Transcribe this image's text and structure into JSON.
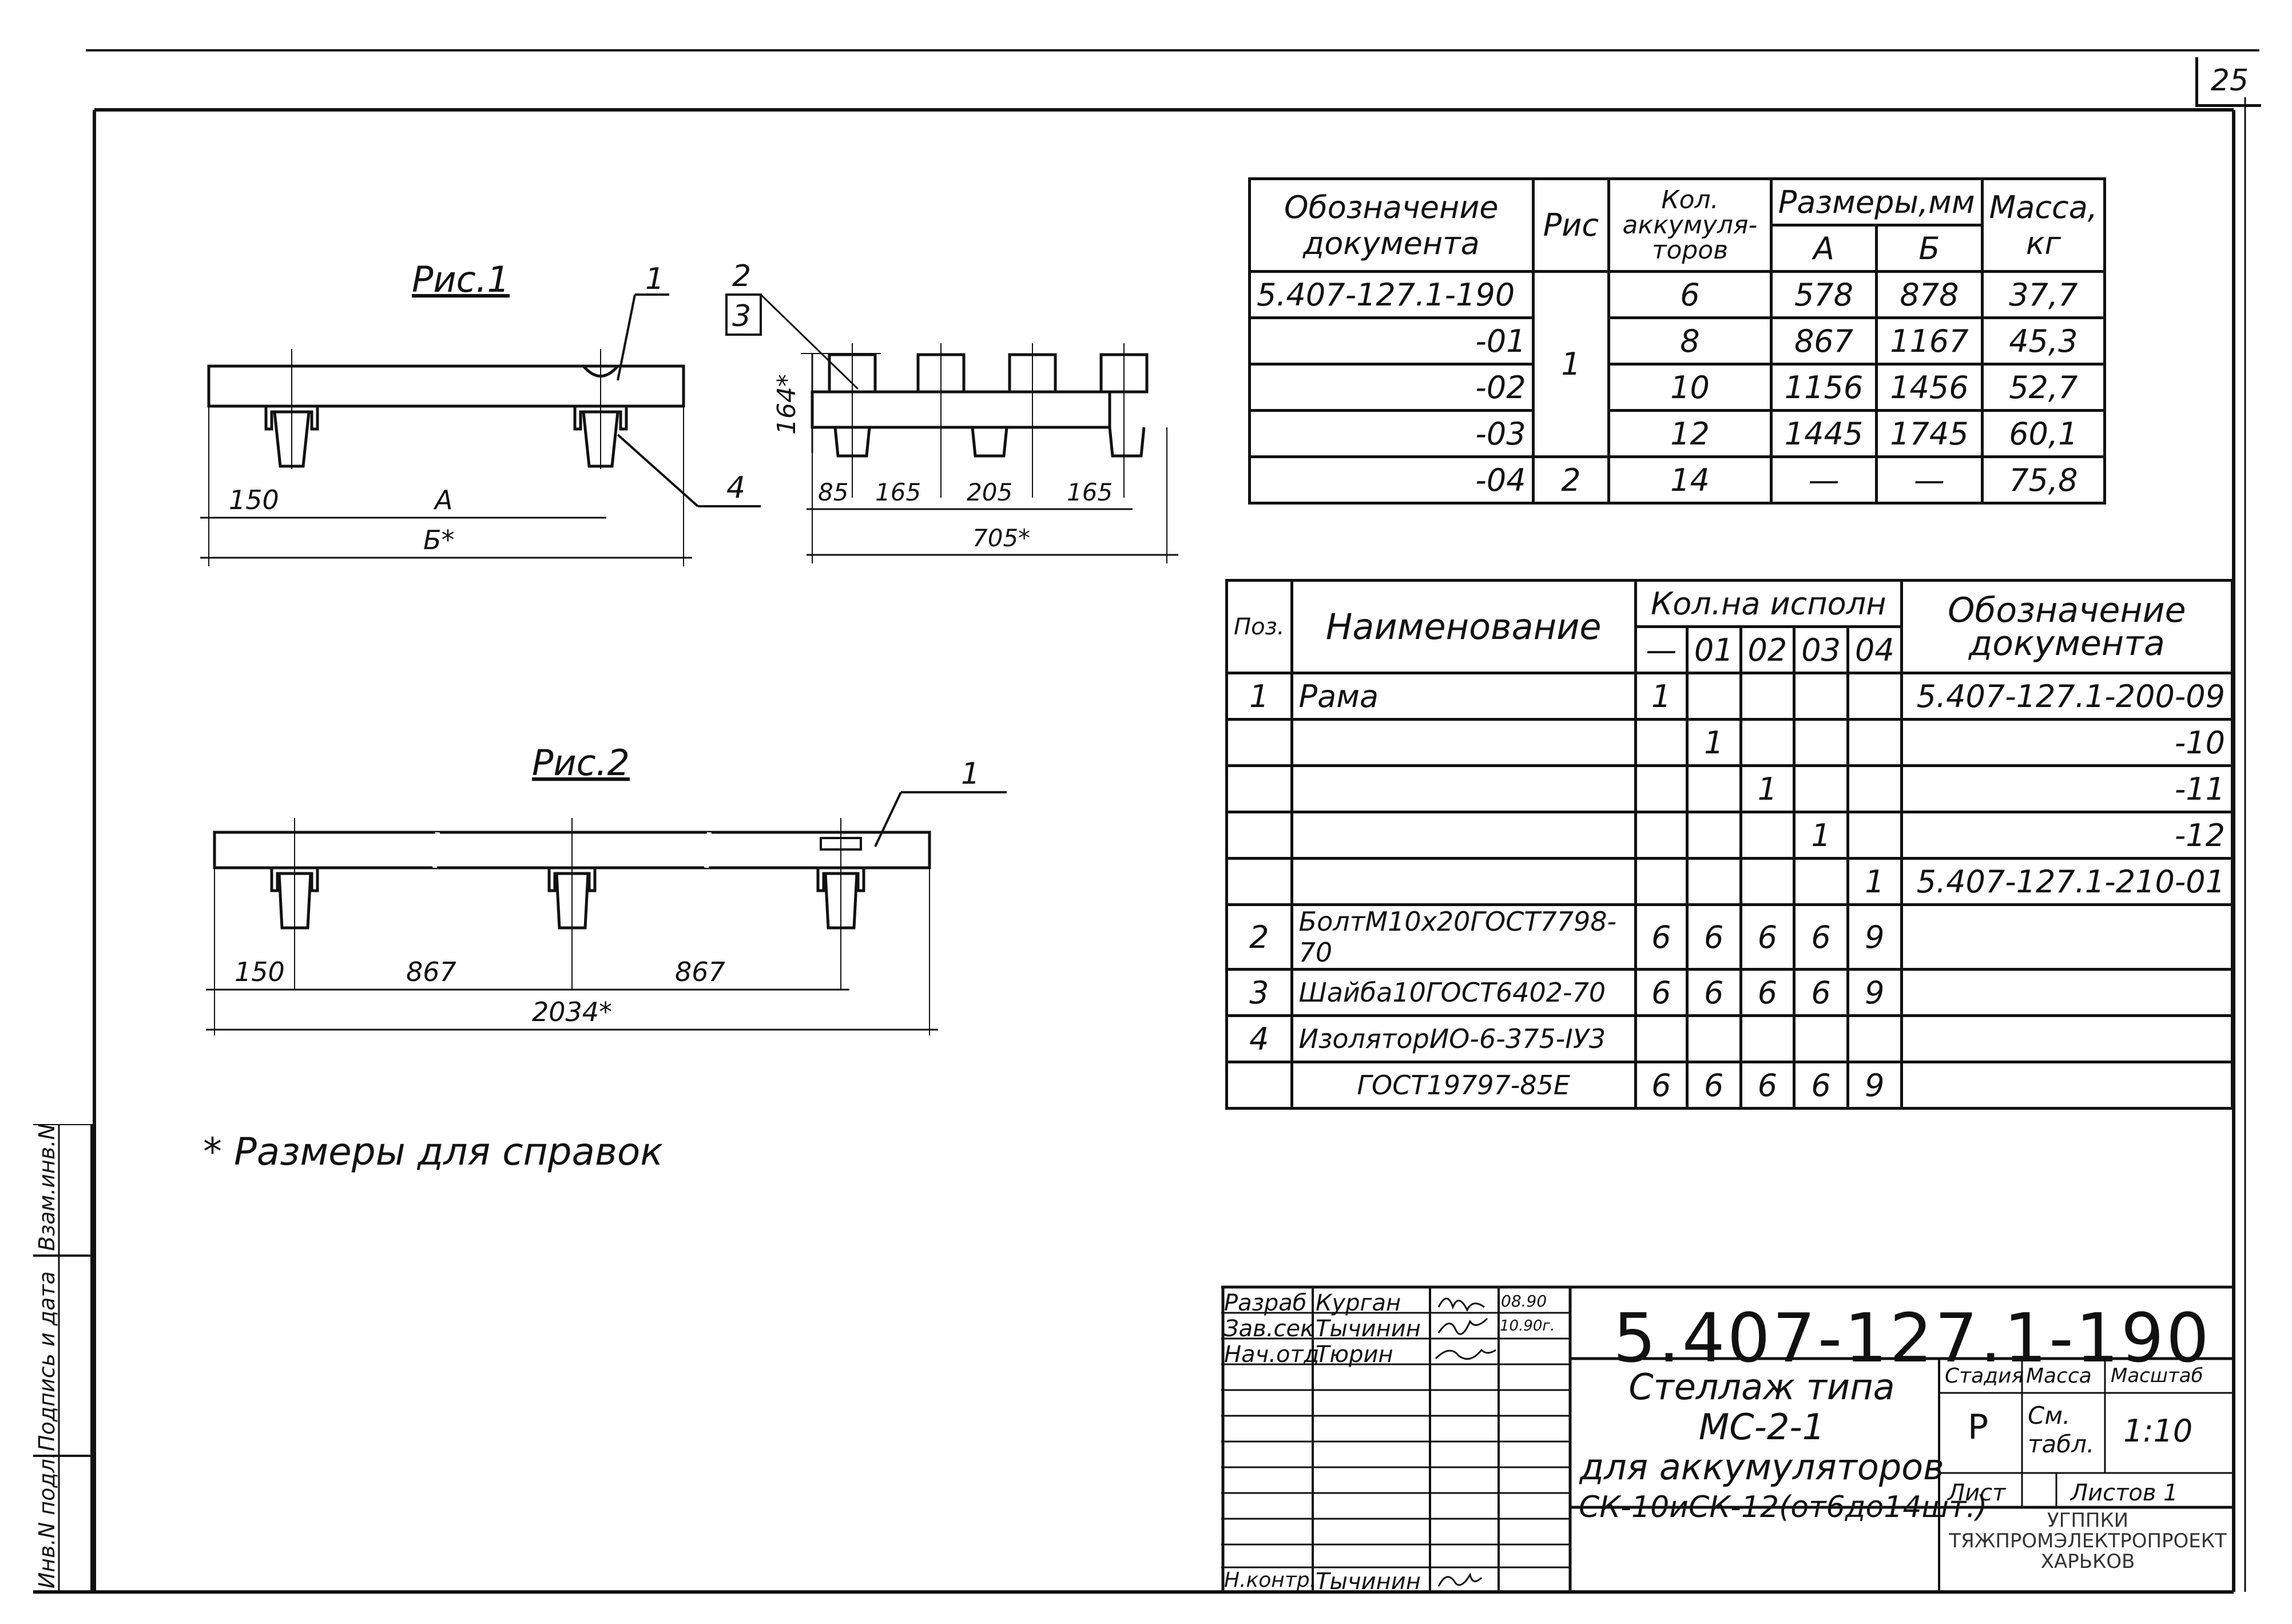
{
  "sheet_number": "25",
  "figures": {
    "fig1": {
      "caption": "Рис.1",
      "leaders": [
        "1",
        "2",
        "3",
        "4"
      ],
      "dims_side": [
        "150",
        "А",
        "Б*"
      ],
      "dims_end": [
        "85",
        "165",
        "205",
        "165",
        "705*"
      ],
      "dim_height": "164*"
    },
    "fig2": {
      "caption": "Рис.2",
      "leader": "1",
      "dims": [
        "150",
        "867",
        "867",
        "2034*"
      ]
    }
  },
  "note": "* Размеры для справок",
  "spec_table": {
    "headers": {
      "designation": "Обозначение документа",
      "fig": "Рис",
      "qty": "Кол. аккумуля- торов",
      "sizes": "Размеры,мм",
      "a": "А",
      "b": "Б",
      "mass": "Масса, кг"
    },
    "fig_values": [
      "1",
      "2"
    ],
    "rows": [
      {
        "designation": "5.407-127.1-190",
        "qty": "6",
        "a": "578",
        "b": "878",
        "mass": "37,7"
      },
      {
        "designation": "-01",
        "qty": "8",
        "a": "867",
        "b": "1167",
        "mass": "45,3"
      },
      {
        "designation": "-02",
        "qty": "10",
        "a": "1156",
        "b": "1456",
        "mass": "52,7"
      },
      {
        "designation": "-03",
        "qty": "12",
        "a": "1445",
        "b": "1745",
        "mass": "60,1"
      },
      {
        "designation": "-04",
        "qty": "14",
        "a": "—",
        "b": "—",
        "mass": "75,8"
      }
    ]
  },
  "parts_table": {
    "headers": {
      "pos": "Поз.",
      "name": "Наименование",
      "qty": "Кол.на исполн",
      "variants": [
        "—",
        "01",
        "02",
        "03",
        "04"
      ],
      "doc": "Обозначение документа"
    },
    "rows": [
      {
        "pos": "1",
        "name": "Рама",
        "q": [
          "1",
          "",
          "",
          "",
          ""
        ],
        "doc": "5.407-127.1-200-09"
      },
      {
        "pos": "",
        "name": "",
        "q": [
          "",
          "1",
          "",
          "",
          ""
        ],
        "doc": "-10"
      },
      {
        "pos": "",
        "name": "",
        "q": [
          "",
          "",
          "1",
          "",
          ""
        ],
        "doc": "-11"
      },
      {
        "pos": "",
        "name": "",
        "q": [
          "",
          "",
          "",
          "1",
          ""
        ],
        "doc": "-12"
      },
      {
        "pos": "",
        "name": "",
        "q": [
          "",
          "",
          "",
          "",
          "1"
        ],
        "doc": "5.407-127.1-210-01"
      },
      {
        "pos": "2",
        "name": "БолтМ10х20ГОСТ7798-70",
        "q": [
          "6",
          "6",
          "6",
          "6",
          "9"
        ],
        "doc": ""
      },
      {
        "pos": "3",
        "name": "Шайба10ГОСТ6402-70",
        "q": [
          "6",
          "6",
          "6",
          "6",
          "9"
        ],
        "doc": ""
      },
      {
        "pos": "4",
        "name": "ИзоляторИО-6-375-ІУ3",
        "q": [
          "",
          "",
          "",
          "",
          ""
        ],
        "doc": ""
      },
      {
        "pos": "",
        "name": "ГОСТ19797-85Е",
        "q": [
          "6",
          "6",
          "6",
          "6",
          "9"
        ],
        "doc": ""
      }
    ]
  },
  "title_block": {
    "people": [
      {
        "role": "Разраб",
        "name": "Курган",
        "date": "08.90"
      },
      {
        "role": "Зав.сек",
        "name": "Тычинин",
        "date": "10.90г."
      },
      {
        "role": "Нач.отд",
        "name": "Тюрин",
        "date": ""
      }
    ],
    "norm_control": {
      "role": "Н.контр.",
      "name": "Тычинин"
    },
    "doc_code": "5.407-127.1-190",
    "product_line1": "Стеллаж типа МС-2-1",
    "product_line2": "для аккумуляторов",
    "product_line3": "СК-10иСК-12(от6до14шт.)",
    "stage_label": "Стадия",
    "mass_label": "Масса",
    "scale_label": "Масштаб",
    "stage": "Р",
    "mass_value": "См. табл.",
    "scale": "1:10",
    "sheet_label": "Лист",
    "sheets_label": "Листов 1",
    "org_line1": "УГППКИ",
    "org_line2": "ТЯЖПРОМЭЛЕКТРОПРОЕКТ",
    "org_line3": "ХАРЬКОВ"
  },
  "side_strip": [
    "Инв.N подл.",
    "Подпись и дата",
    "Взам.инв.N"
  ]
}
